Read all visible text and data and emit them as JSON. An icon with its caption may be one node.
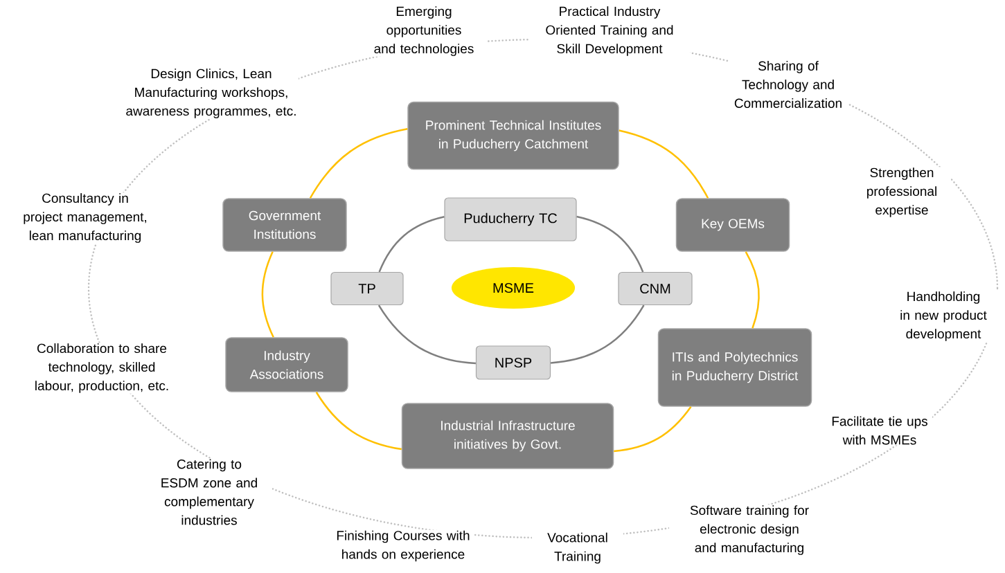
{
  "diagram": {
    "nodes": [
      {
        "text": [
          "Prominent Technical Institutes in Puducherry Catchment"
        ]
      },
      {
        "text": [
          "Government Institutions"
        ]
      },
      {
        "text": [
          "Puducherry TC"
        ]
      },
      {
        "text": [
          "Key OEMs"
        ]
      },
      {
        "text": [
          "TP"
        ]
      },
      {
        "text": [
          "MSME"
        ]
      },
      {
        "text": [
          "CNM"
        ]
      },
      {
        "text": [
          "Industry Associations"
        ]
      },
      {
        "text": [
          "NPSP"
        ]
      },
      {
        "text": [
          "ITIs and Polytechnics in Puducherry District"
        ]
      },
      {
        "text": [
          "Industrial Infrastructure initiatives by Govt."
        ]
      }
    ],
    "edges": [
      {
        "from": 0,
        "to": 3,
        "arrow": "none"
      },
      {
        "from": 3,
        "to": 9,
        "arrow": "none"
      },
      {
        "from": 9,
        "to": 10,
        "arrow": "none"
      },
      {
        "from": 10,
        "to": 7,
        "arrow": "none"
      },
      {
        "from": 7,
        "to": 1,
        "arrow": "none"
      },
      {
        "from": 1,
        "to": 0,
        "arrow": "none"
      },
      {
        "from": 2,
        "to": 6,
        "arrow": "none",
        "color": "#7f7f7f"
      },
      {
        "from": 6,
        "to": 8,
        "arrow": "none",
        "color": "#7f7f7f"
      },
      {
        "from": 8,
        "to": 4,
        "arrow": "none",
        "color": "#7f7f7f"
      },
      {
        "from": 4,
        "to": 2,
        "arrow": "none",
        "color": "#7f7f7f"
      }
    ],
    "labels": [
      "Emerging opportunities and technologies",
      "Practical Industry Oriented Training and Skill Development",
      "Sharing of Technology and Commercialization",
      "Design Clinics, Lean Manufacturing workshops, awareness programmes, etc.",
      "Strengthen professional expertise",
      "Consultancy in project management, lean manufacturing",
      "Handholding in new product development",
      "Collaboration to share technology, skilled labour, production, etc.",
      "Facilitate tie ups with MSMEs",
      "Catering to ESDM zone and complementary industries",
      "Software training for electronic design and manufacturing",
      "Finishing Courses with hands on experience",
      "Vocational Training"
    ]
  }
}
